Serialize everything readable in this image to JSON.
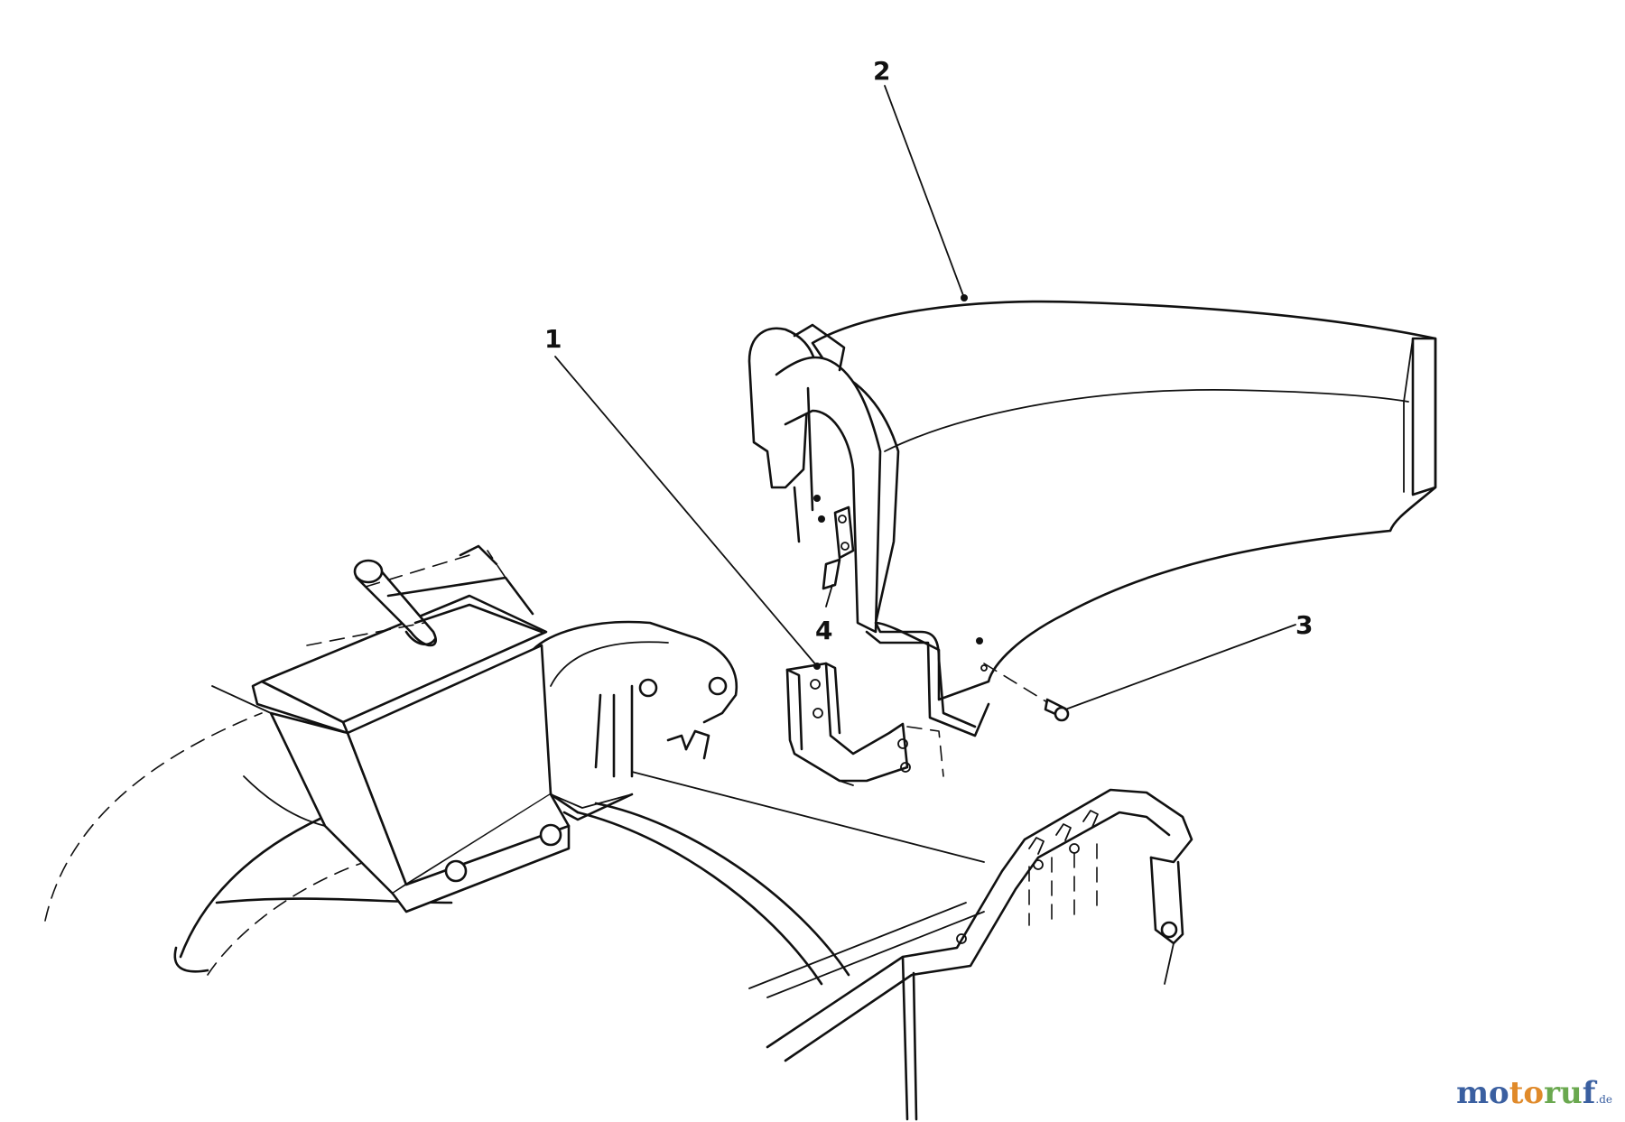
{
  "callouts": [
    {
      "id": "1",
      "label": "1"
    },
    {
      "id": "2",
      "label": "2"
    },
    {
      "id": "3",
      "label": "3"
    },
    {
      "id": "4",
      "label": "4"
    }
  ],
  "watermark": {
    "part_a": "mo",
    "part_b": "to",
    "part_c": "ru",
    "part_d": "f",
    "tld": ".de"
  },
  "colors": {
    "line": "#111111",
    "background": "#ffffff",
    "watermark_blue": "#3a5fa0",
    "watermark_orange": "#e08a2a",
    "watermark_green": "#6aa84f"
  }
}
